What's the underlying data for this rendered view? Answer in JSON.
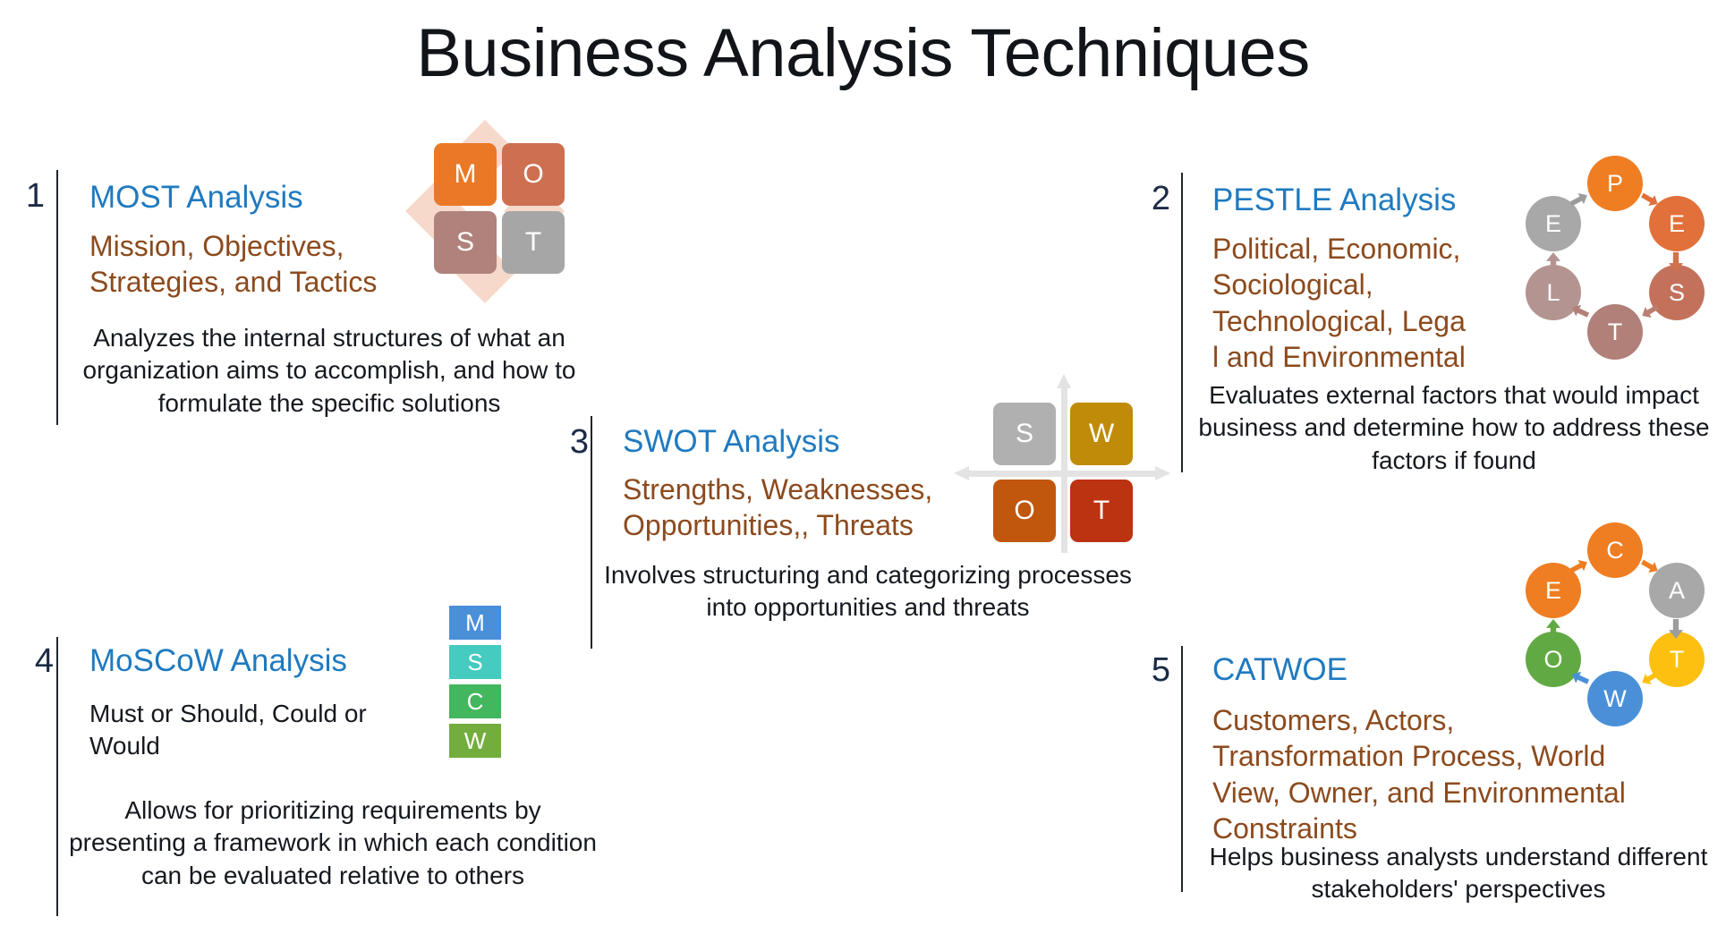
{
  "title": "Business Analysis Techniques",
  "colors": {
    "heading_blue": "#1f7ac0",
    "subtitle_brown": "#8c4a1d",
    "body_dark": "#15191f",
    "number_navy": "#1b2a46",
    "rule": "#20252c"
  },
  "techniques": [
    {
      "number": "1",
      "name": "MOST Analysis",
      "expansion": "Mission, Objectives, Strategies, and Tactics",
      "description": "Analyzes the internal structures of what an organization aims to accomplish, and how to formulate the specific solutions",
      "icon": {
        "kind": "square-grid",
        "backdrop": "diamond",
        "backdrop_color": "#f6d9cb",
        "cells": [
          {
            "letter": "M",
            "color": "#ea7826"
          },
          {
            "letter": "O",
            "color": "#cd7050"
          },
          {
            "letter": "S",
            "color": "#b0827b"
          },
          {
            "letter": "T",
            "color": "#a6a6a6"
          }
        ]
      }
    },
    {
      "number": "2",
      "name": "PESTLE Analysis",
      "expansion": "Political, Economic, Sociological, Technological, Lega l and Environmental",
      "expansion_lines": [
        "Political, Economic,",
        "Sociological,",
        "Technological, Lega",
        "l and Environmental"
      ],
      "description": "Evaluates external factors that would impact business and determine how to address these factors if found",
      "icon": {
        "kind": "cycle",
        "nodes": [
          {
            "letter": "P",
            "color": "#ef7d22"
          },
          {
            "letter": "E",
            "color": "#e2703a"
          },
          {
            "letter": "S",
            "color": "#c4715c"
          },
          {
            "letter": "T",
            "color": "#b08079"
          },
          {
            "letter": "L",
            "color": "#b39490"
          },
          {
            "letter": "E",
            "color": "#a8a8a8"
          }
        ]
      }
    },
    {
      "number": "3",
      "name": "SWOT Analysis",
      "expansion": "Strengths, Weaknesses, Opportunities,, Threats",
      "expansion_lines": [
        "Strengths, Weaknesses,",
        "Opportunities,, Threats"
      ],
      "description": "Involves structuring and categorizing processes into opportunities and threats",
      "icon": {
        "kind": "square-grid",
        "backdrop": "cross",
        "backdrop_color": "#e3e3e3",
        "cells": [
          {
            "letter": "S",
            "color": "#b0b0b0"
          },
          {
            "letter": "W",
            "color": "#bf8b09"
          },
          {
            "letter": "O",
            "color": "#c1570c"
          },
          {
            "letter": "T",
            "color": "#bb3310"
          }
        ]
      }
    },
    {
      "number": "4",
      "name": "MoSCoW Analysis",
      "expansion": "Must or Should, Could or Would",
      "expansion_lines": [
        "Must or Should, Could or",
        "Would"
      ],
      "description": "Allows for prioritizing requirements by presenting a framework in which each condition can be evaluated relative to others",
      "icon": {
        "kind": "stacked-bars",
        "bars": [
          {
            "letter": "M",
            "color": "#4a90d9"
          },
          {
            "letter": "S",
            "color": "#45cbc0"
          },
          {
            "letter": "C",
            "color": "#43b75d"
          },
          {
            "letter": "W",
            "color": "#72ad3e"
          }
        ]
      }
    },
    {
      "number": "5",
      "name": "CATWOE",
      "expansion": "Customers, Actors, Transformation Process, World View, Owner, and Environmental Constraints",
      "expansion_lines": [
        "Customers, Actors,",
        "Transformation Process, World",
        "View, Owner, and Environmental",
        "Constraints"
      ],
      "description": "Helps business analysts understand different stakeholders' perspectives",
      "icon": {
        "kind": "cycle",
        "nodes": [
          {
            "letter": "C",
            "color": "#ef7d22"
          },
          {
            "letter": "A",
            "color": "#a8a8a8"
          },
          {
            "letter": "T",
            "color": "#fdc010"
          },
          {
            "letter": "W",
            "color": "#4a90d9"
          },
          {
            "letter": "O",
            "color": "#61a943"
          },
          {
            "letter": "E",
            "color": "#ef7d22"
          }
        ]
      }
    }
  ]
}
